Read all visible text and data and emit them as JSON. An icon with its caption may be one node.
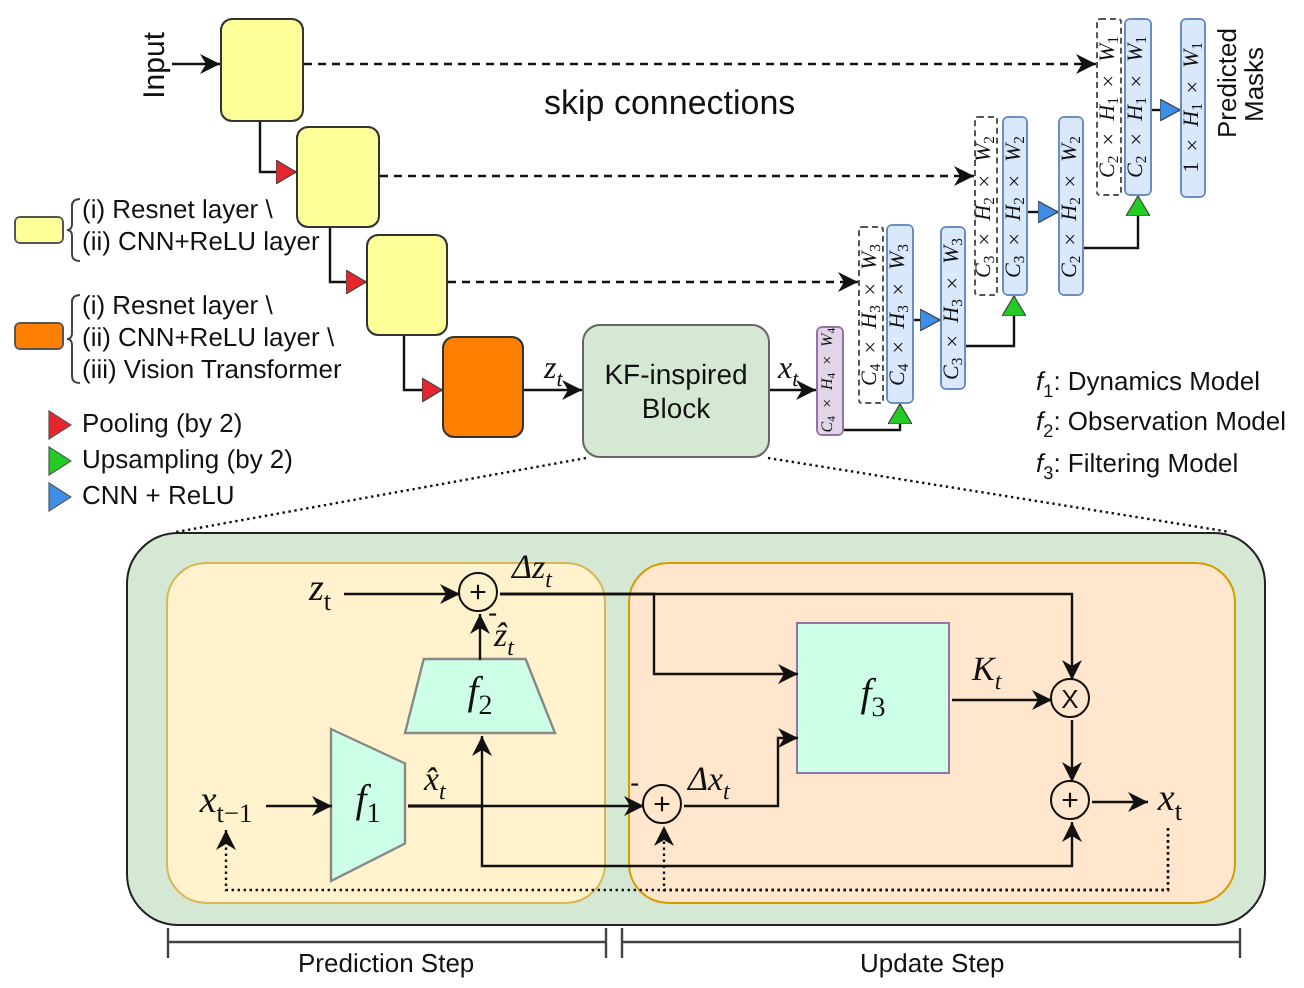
{
  "diagram": {
    "nodes": [
      {
        "text": [
          "Input"
        ]
      },
      {
        "text": [],
        "shape": "box"
      },
      {
        "text": [],
        "shape": "box"
      },
      {
        "text": [],
        "shape": "box"
      },
      {
        "text": [],
        "shape": "box"
      },
      {
        "text": [
          "KF-inspired Block"
        ]
      },
      {
        "text": [
          "*C*$_{4}$ × *H*$_{4}$ × *W*$_{4}$"
        ]
      },
      {
        "text": [
          "*C*$_{4}$ × *H*$_{3}$ × *W*$_{3}$"
        ]
      },
      {
        "text": [
          "*C*$_{4}$ × *H*$_{3}$ × *W*$_{3}$"
        ]
      },
      {
        "text": [
          "*C*$_{3}$ × *H*$_{3}$ × *W*$_{3}$"
        ]
      },
      {
        "text": [
          "*C*$_{3}$ × *H*$_{2}$ × *W*$_{2}$"
        ]
      },
      {
        "text": [
          "*C*$_{3}$ × *H*$_{2}$ × *W*$_{2}$"
        ]
      },
      {
        "text": [
          "*C*$_{2}$ × *H*$_{2}$ × *W*$_{2}$"
        ]
      },
      {
        "text": [
          "*C*$_{2}$ × *H*$_{1}$ × *W*$_{1}$"
        ]
      },
      {
        "text": [
          "*C*$_{2}$ × *H*$_{1}$ × *W*$_{1}$"
        ]
      },
      {
        "text": [
          "1 × *H*$_{1}$ × *W*$_{1}$"
        ],
        "beside": [
          "Predicted Masks"
        ]
      },
      {
        "text": [],
        "shape": "box"
      },
      {
        "text": [],
        "shape": "box",
        "in": 16
      },
      {
        "text": [],
        "shape": "box",
        "in": 16
      },
      {
        "text": [
          "*z*$_{t}$"
        ],
        "in": 17
      },
      {
        "text": [
          "+"
        ],
        "in": 17
      },
      {
        "text": [
          "*f*$_{2}$"
        ],
        "in": 17
      },
      {
        "text": [
          "*x*$_{t−1}$"
        ],
        "in": 17
      },
      {
        "text": [
          "*f*$_{1}$"
        ],
        "in": 17
      },
      {
        "text": [
          "+"
        ],
        "in": 18
      },
      {
        "text": [
          "*f*$_{3}$"
        ],
        "in": 18
      },
      {
        "text": [
          "X"
        ],
        "in": 18
      },
      {
        "text": [
          "+"
        ],
        "in": 18
      },
      {
        "text": [
          "*x*$_{t}$"
        ],
        "in": 18
      }
    ],
    "edges": [
      {
        "from": 0,
        "to": 1,
        "arrow": "to"
      },
      {
        "from": 1,
        "to": 2,
        "arrow": "to"
      },
      {
        "from": 2,
        "to": 3,
        "arrow": "to"
      },
      {
        "from": 3,
        "to": 4,
        "arrow": "to"
      },
      {
        "from": 1,
        "to": 13,
        "arrow": "to",
        "style": "dashed"
      },
      {
        "from": 2,
        "to": 10,
        "arrow": "to",
        "style": "dashed"
      },
      {
        "from": 3,
        "to": 7,
        "arrow": "to",
        "style": "dashed"
      },
      {
        "from": 4,
        "to": 5,
        "arrow": "to",
        "label": "*z*$_{t}$"
      },
      {
        "from": 5,
        "to": 6,
        "arrow": "to",
        "label": "*x*$_{t}$"
      },
      {
        "from": 6,
        "to": 8,
        "arrow": "to"
      },
      {
        "from": 8,
        "to": 9,
        "arrow": "to"
      },
      {
        "from": 9,
        "to": 11,
        "arrow": "to"
      },
      {
        "from": 11,
        "to": 12,
        "arrow": "to"
      },
      {
        "from": 12,
        "to": 14,
        "arrow": "to"
      },
      {
        "from": 14,
        "to": 15,
        "arrow": "to"
      },
      {
        "from": 5,
        "to": 16,
        "arrow": "none",
        "style": "dashed"
      },
      {
        "from": 5,
        "to": 16,
        "arrow": "none",
        "style": "dashed"
      },
      {
        "from": 19,
        "to": 20,
        "arrow": "to"
      },
      {
        "from": 21,
        "to": 20,
        "arrow": "to",
        "label": "*ẑ*$_{t}$"
      },
      {
        "from": 20,
        "to": 25,
        "arrow": "to",
        "label": "Δz$_{t}$"
      },
      {
        "from": 20,
        "to": 26,
        "arrow": "to"
      },
      {
        "from": 22,
        "to": 23,
        "arrow": "to"
      },
      {
        "from": 23,
        "to": 24,
        "arrow": "to",
        "label": "*x̂*$_{t}$"
      },
      {
        "from": 23,
        "to": 21,
        "arrow": "to"
      },
      {
        "from": 23,
        "to": 27,
        "arrow": "to"
      },
      {
        "from": 24,
        "to": 25,
        "arrow": "to",
        "label": "Δx$_{t}$"
      },
      {
        "from": 25,
        "to": 26,
        "arrow": "to",
        "label": "*K*$_{t}$"
      },
      {
        "from": 26,
        "to": 27,
        "arrow": "to"
      },
      {
        "from": 27,
        "to": 28,
        "arrow": "to"
      },
      {
        "from": 28,
        "to": 22,
        "arrow": "to",
        "style": "dashed"
      },
      {
        "from": 28,
        "to": 24,
        "arrow": "to",
        "style": "dashed"
      }
    ],
    "labels": [
      "skip connections",
      "*f*$_{1}$: Dynamics Model",
      "*f*$_{2}$: Observation Model",
      "*f*$_{3}$: Filtering Model",
      "-",
      "-",
      "Prediction Step",
      "Update Step"
    ],
    "legend": [
      {
        "text": "(i) Resnet layer \\ (ii) CNN+ReLU layer",
        "color": "#ffff99"
      },
      {
        "text": "(i) Resnet layer \\ (ii) CNN+ReLU layer \\ (iii) Vision Transformer",
        "color": "#ff7f00"
      },
      {
        "text": "Pooling (by 2)",
        "color": "#e6262e"
      },
      {
        "text": "Upsampling (by 2)",
        "color": "#22cc22"
      },
      {
        "text": "CNN + ReLU",
        "color": "#3d8ee6"
      }
    ]
  }
}
